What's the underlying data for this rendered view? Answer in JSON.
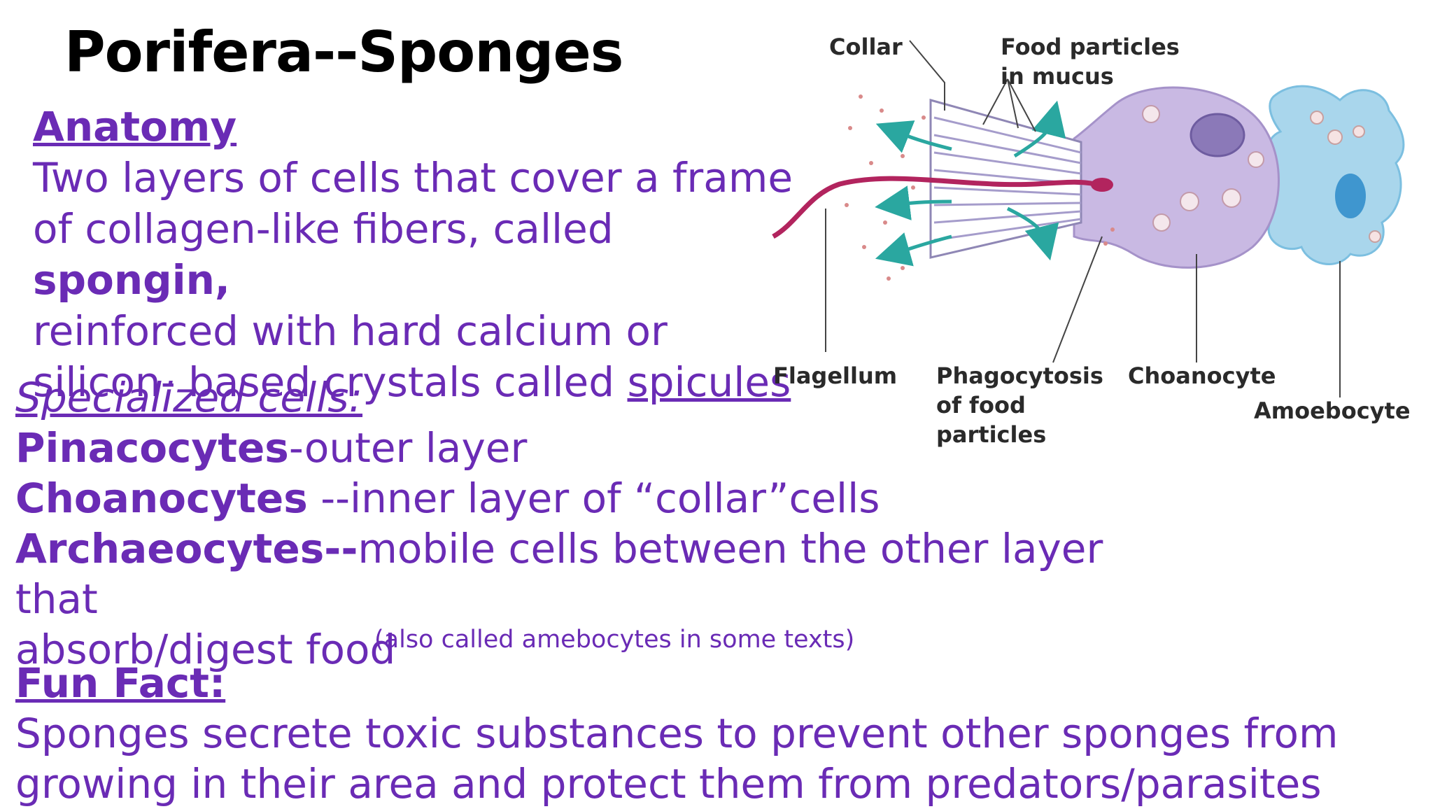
{
  "title": "Porifera--Sponges",
  "anatomy": {
    "heading": "Anatomy",
    "line1": "Two layers of cells that cover a frame",
    "line2_pre": "of collagen-like fibers, called ",
    "line2_bold": "spongin,",
    "line3": "reinforced with hard calcium or",
    "line4_pre": "silicon- based crystals called ",
    "line4_underline": "spicules"
  },
  "specialized": {
    "heading": "Specialized cells:",
    "items": [
      {
        "term": "Pinacocytes",
        "desc": "-outer layer"
      },
      {
        "term": "Choanocytes",
        "desc": " --inner layer of “collar”cells"
      },
      {
        "term": "Archaeocytes--",
        "desc": "mobile cells between the other layer that"
      }
    ],
    "continuation": "absorb/digest food",
    "note": "(also called amebocytes in some texts)"
  },
  "funfact": {
    "heading": "Fun Fact:",
    "line1": "Sponges secrete toxic substances to prevent other sponges from",
    "line2": "growing in their area and protect them from predators/parasites"
  },
  "diagram": {
    "labels": {
      "collar": "Collar",
      "food1": "Food particles",
      "food2": "in mucus",
      "flagellum": "Flagellum",
      "phago1": "Phagocytosis",
      "phago2": "of food",
      "phago3": "particles",
      "choanocyte": "Choanocyte",
      "amoebocyte": "Amoebocyte"
    },
    "colors": {
      "choanocyte_body": "#c9b9e3",
      "amoebocyte_body": "#a9d6ec",
      "flagellum": "#b2245e",
      "arrows": "#2aa7a0"
    }
  }
}
